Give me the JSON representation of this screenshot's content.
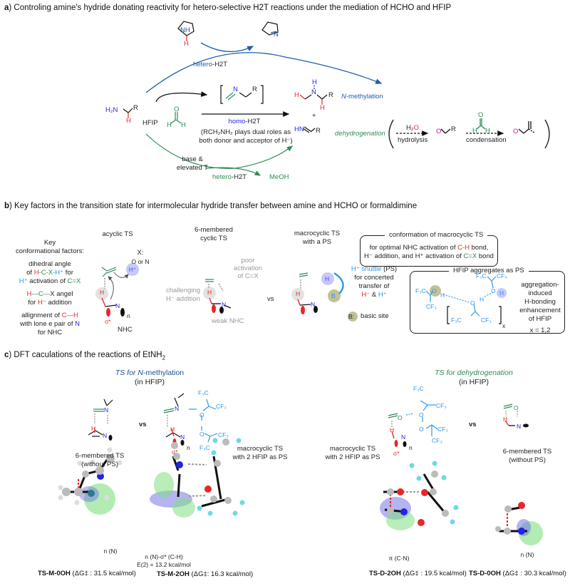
{
  "panel_a": {
    "label": "a",
    "title": ") Controling amine's hydride donating reactivity for hetero-selective H2T reactions under the mediation of HCHO and HFIP",
    "hetero_top": "hetero-H2T",
    "hetero_top_prefix": "hetero",
    "hetero_top_suffix": "-H2T",
    "pyrrolidine_nh": "NH",
    "pyrrolidine_h": "H",
    "pyrroline_n": "N",
    "amine_h2n": "H₂N",
    "amine_r": "R",
    "amine_h": "H",
    "hfip": "HFIP",
    "hcho_o": "O",
    "hcho_h1": "H",
    "hcho_h2": "H",
    "imine_n": "N",
    "imine_r": "R",
    "homo_prefix": "homo",
    "homo_suffix": "-H2T",
    "homo_note_line1": "(RCH₂NH₂ plays dual roles as",
    "homo_note_line2": "both donor and acceptor of H⁻)",
    "product_h_top": "H",
    "product_n": "N",
    "product_h_left": "H",
    "product_r": "R",
    "product_h_bottom": "H",
    "plus": "+",
    "imine_product_hn": "HN",
    "imine_product_r": "R",
    "n_methylation_n": "N",
    "n_methylation_rest": "-methylation",
    "dehydrogenation": "dehydrogenation",
    "base_line1": "base &",
    "base_line2": "elevated T",
    "hetero_bottom_prefix": "hetero",
    "hetero_bottom_suffix": "-H2T",
    "meoh": "MeOH",
    "water_h": "H₂",
    "water_o": "O",
    "hydrolysis": "hydrolysis",
    "aldehyde_o": "O",
    "aldehyde_r": "R",
    "condensation": "condensation",
    "enal_o": "O"
  },
  "panel_b": {
    "label": "b",
    "title": ") Key factors in the transition state for intermolecular hydride transfer between amine and HCHO or formaldimine",
    "key_line1": "Key",
    "key_line2": "conformational factors:",
    "dihedral_line1": "dihedral angle",
    "dihedral_line2_pre": "of ",
    "dihedral_line2_h": "H",
    "dihedral_line2_c": "-C-X-",
    "dihedral_line2_hp": "H⁺",
    "dihedral_line2_post": " for",
    "dihedral_line3_hp": "H⁺",
    "dihedral_line3_mid": " activation of ",
    "dihedral_line3_cx": "C=X",
    "angle_line1_h": "H",
    "angle_line1_c": "—C—",
    "angle_line1_rest": "X angel",
    "angle_line2_pre": "for ",
    "angle_line2_h": "H⁻",
    "angle_line2_post": " addition",
    "align_line1_pre": "allignment of ",
    "align_line1_ch": "C—H",
    "align_line2_pre": "with lone e pair of ",
    "align_line2_n": "N",
    "align_line3": "for NHC",
    "acyclic_ts": "acyclic TS",
    "x_label_line1": "X:",
    "x_label_line2": "O or N",
    "hplus": "H⁺",
    "sigma_star": "σ*",
    "n_lone": "n",
    "nhc": "NHC",
    "cyclic_line1": "6-membered",
    "cyclic_line2": "cyclic TS",
    "poor_line1": "poor",
    "poor_line2": "activation",
    "poor_line3": "of C=X",
    "challenging_line1": "challenging",
    "challenging_line2": "H⁻ addition",
    "weak_nhc": "weak NHC",
    "vs": "vs",
    "macro_line1": "macrocyclic TS",
    "macro_line2": "with a PS",
    "shuttle_hplus": "H⁺ shuttle",
    "shuttle_ps": " (PS)",
    "shuttle_line2": "for concerted",
    "shuttle_line3": "transfer of",
    "shuttle_line4_h": "H⁻",
    "shuttle_line4_amp": " & ",
    "shuttle_line4_hp": "H⁺",
    "basic_b": "B:",
    "basic_site": "basic site",
    "b_site": "B",
    "h_site": "H",
    "conf_box": {
      "title": "conformation of macrocyclic TS",
      "line1_pre": "for optimal NHC activation of ",
      "line1_ch": "C-H",
      "line1_post": " bond,",
      "line2_pre": "H⁻ addition, and H⁺ activation of ",
      "line2_cx": "C=X",
      "line2_post": " bond"
    },
    "hfip_box": {
      "title": "HFIP aggregates as PS",
      "f3c_1": "F₃C",
      "cf3_1": "CF₃",
      "f3c_2": "F₃C",
      "cf3_2": "CF₃",
      "f3c_3": "F₃C",
      "cf3_3": "CF₃",
      "o": "O",
      "h": "H",
      "x_sub": "x",
      "note_line1": "aggregation-",
      "note_line2": "induced",
      "note_line3": "H-bonding",
      "note_line4": "enhancement",
      "note_line5": "of HFIP",
      "x_values": "x = 1,2"
    }
  },
  "panel_c": {
    "label": "c",
    "title_pre": ") DFT caculations of the reactions of EtNH",
    "title_sub": "2",
    "ts_methylation_pre": "TS for ",
    "ts_methylation_n": "N",
    "ts_methylation_rest": "-methylation",
    "in_hfip": "(in HFIP)",
    "ts_dehydro": "TS for dehydrogenation",
    "vs": "vs",
    "six_line1": "6-membered TS",
    "six_line2": "(without PS)",
    "macro_line1": "macrocyclic TS",
    "macro_line2": "with 2 HFIP as PS",
    "f3c": "F₃C",
    "cf3": "CF₃",
    "sigma_star": "σ*",
    "n_lone": "n",
    "orbital_labels": {
      "m0": "n (N)",
      "m2_line1": "n (N)-σ* (C-H)",
      "m2_line2": "E(2) = 13.2 kcal/mol",
      "d2": "π (C-N)",
      "d0": "n (N)"
    },
    "energies": [
      {
        "name": "TS-M-0OH",
        "label": "ΔG‡",
        "value": "31.5 kcal/mol"
      },
      {
        "name": "TS-M-2OH",
        "label": "ΔG‡",
        "value": "16.3 kcal/mol"
      },
      {
        "name": "TS-D-2OH",
        "label": "ΔG‡",
        "value": "19.5 kcal/mol"
      },
      {
        "name": "TS-D-0OH",
        "label": "ΔG‡",
        "value": "30.3 kcal/mol"
      }
    ]
  },
  "colors": {
    "hetero_blue": "#1f5fa8",
    "green": "#2e8b57",
    "red": "#e8262b",
    "nitrogen_blue": "#2323e6",
    "hfip_blue": "#2f96e8",
    "oxygen_pink": "#e6108c",
    "orbital_green": "#7fe07f",
    "orbital_blue": "#6a6ae6"
  }
}
